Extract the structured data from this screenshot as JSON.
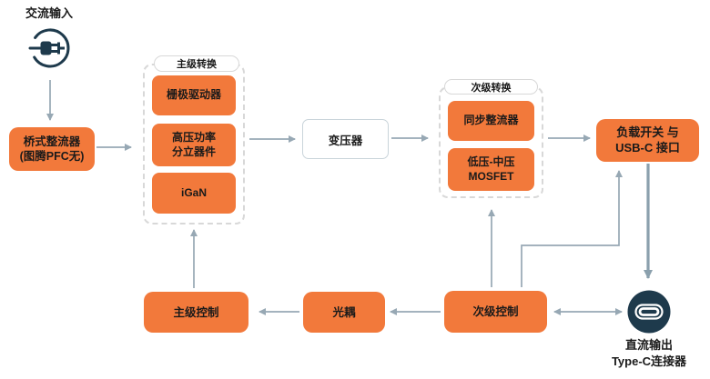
{
  "colors": {
    "box_orange": "#f2793b",
    "icon_navy": "#1e3a4c",
    "arrow_gray": "#97a8b4",
    "arrow_gray_thick": "#8ba0ad",
    "dash_border": "#d8d8d8",
    "plain_box_border": "#c9d4da",
    "text_dark": "#1a1a1a"
  },
  "ac_input": {
    "label": "交流输入",
    "icon": "ac-plug-icon"
  },
  "rectifier": {
    "line1": "桥式整流器",
    "line2": "(图腾PFC无)"
  },
  "primary_group": {
    "title": "主级转换",
    "gate_driver": "栅极驱动器",
    "hv_power_line1": "高压功率",
    "hv_power_line2": "分立器件",
    "igan": "iGaN"
  },
  "transformer": {
    "label": "变压器"
  },
  "secondary_group": {
    "title": "次级转换",
    "sync_rectifier": "同步整流器",
    "mosfet_line1": "低压-中压",
    "mosfet_line2": "MOSFET"
  },
  "load_switch": {
    "line1": "负载开关 与",
    "line2": "USB-C 接口"
  },
  "dc_output": {
    "line1": "直流输出",
    "line2": "Type-C连接器",
    "icon": "usb-c-connector-icon"
  },
  "controls": {
    "primary": "主级控制",
    "opto": "光耦",
    "secondary": "次级控制"
  }
}
